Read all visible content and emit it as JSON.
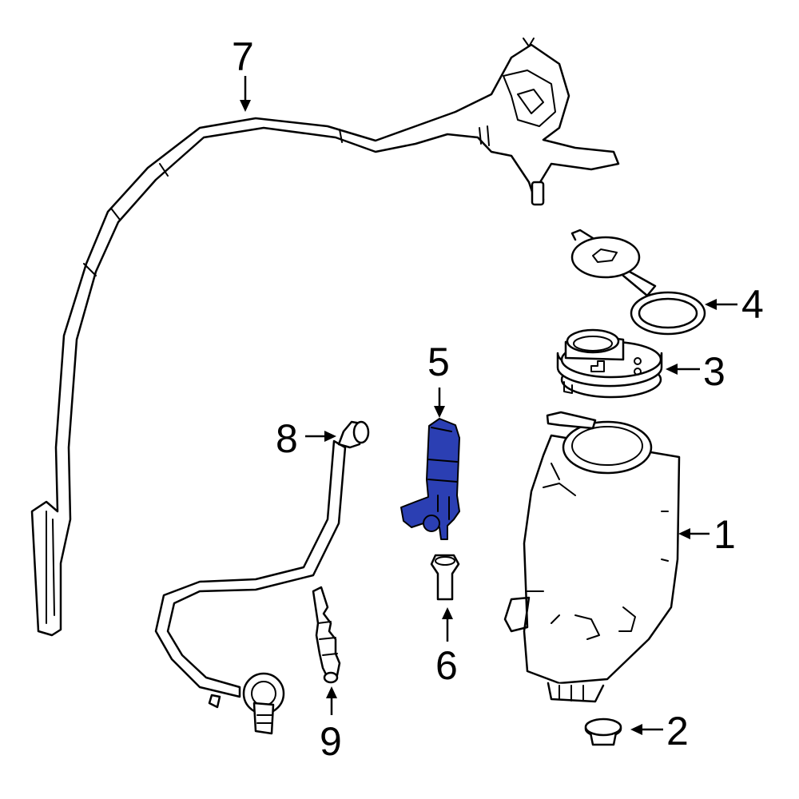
{
  "highlight_color": "#2b3fb3",
  "callouts": [
    {
      "id": "1",
      "label": "1"
    },
    {
      "id": "2",
      "label": "2"
    },
    {
      "id": "3",
      "label": "3"
    },
    {
      "id": "4",
      "label": "4"
    },
    {
      "id": "5",
      "label": "5"
    },
    {
      "id": "6",
      "label": "6"
    },
    {
      "id": "7",
      "label": "7"
    },
    {
      "id": "8",
      "label": "8"
    },
    {
      "id": "9",
      "label": "9"
    }
  ]
}
